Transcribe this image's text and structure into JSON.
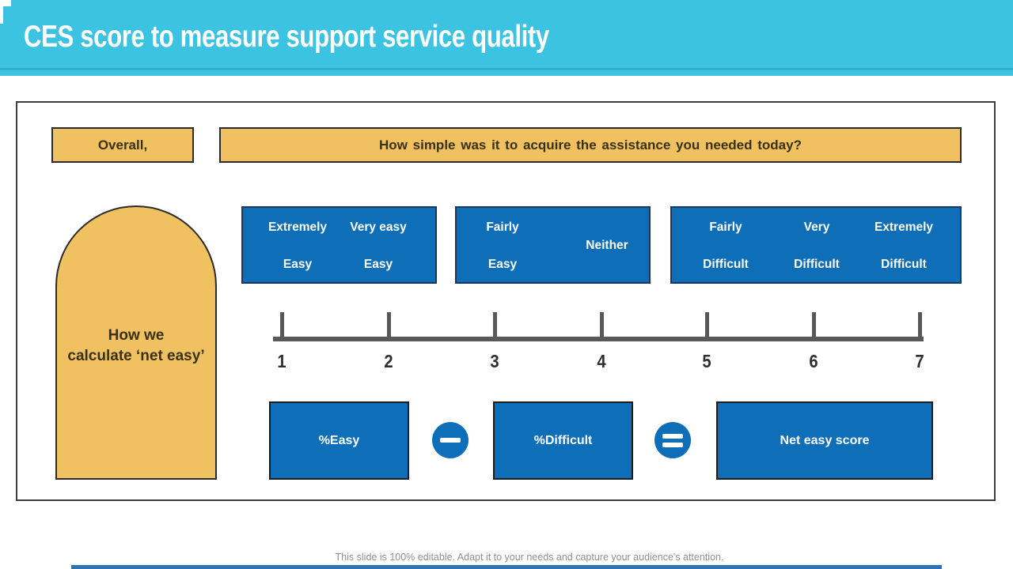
{
  "header": {
    "title": "CES score to measure support service quality"
  },
  "question": {
    "prefix": "Overall,",
    "text": "How simple was it to acquire the assistance you needed today?"
  },
  "method": {
    "line1": "How we",
    "line2": "calculate ‘net easy’"
  },
  "scale": {
    "groups": [
      {
        "columns": [
          {
            "top": "Extremely",
            "bottom": "Easy"
          },
          {
            "top": "Very easy",
            "bottom": "Easy"
          }
        ]
      },
      {
        "columns": [
          {
            "top": "Fairly",
            "bottom": "Easy"
          }
        ],
        "middle": "Neither"
      },
      {
        "columns": [
          {
            "top": "Fairly",
            "bottom": "Difficult"
          },
          {
            "top": "Very",
            "bottom": "Difficult"
          },
          {
            "top": "Extremely",
            "bottom": "Difficult"
          }
        ]
      }
    ],
    "ticks": [
      "1",
      "2",
      "3",
      "4",
      "5",
      "6",
      "7"
    ]
  },
  "formula": {
    "easy": "%Easy",
    "difficult": "%Difficult",
    "result": "Net easy score",
    "minus_icon": "minus",
    "equals_icon": "equals"
  },
  "footer": {
    "note": "This slide is 100% editable. Adapt it to your needs and capture your audience's attention."
  },
  "colors": {
    "header_cyan": "#3cc3e2",
    "accent_orange": "#efc161",
    "accent_blue": "#0e6fb8",
    "ruler_gray": "#595959",
    "bottom_bar_blue": "#2e74b5"
  }
}
